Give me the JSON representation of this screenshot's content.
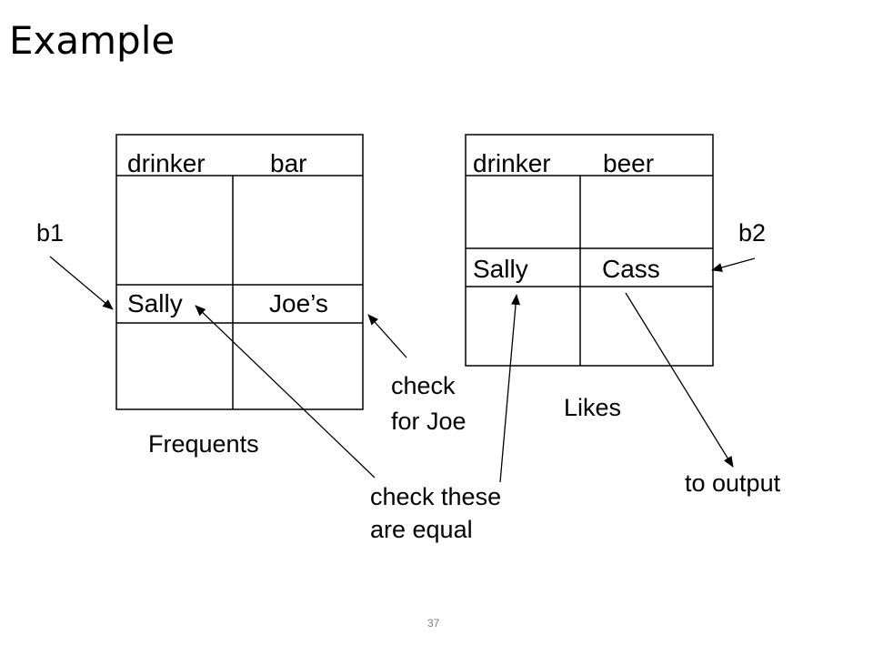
{
  "title": "Example",
  "frequents": {
    "name": "Frequents",
    "columns": [
      "drinker",
      "bar"
    ],
    "row": [
      "Sally",
      "Joe’s"
    ]
  },
  "likes": {
    "name": "Likes",
    "columns": [
      "drinker",
      "beer"
    ],
    "row": [
      "Sally",
      "Cass"
    ]
  },
  "labels": {
    "b1": "b1",
    "b2": "b2",
    "check_for_joe": [
      "check",
      "for Joe"
    ],
    "check_equal": [
      "check these",
      "are equal"
    ],
    "to_output": "to output"
  },
  "page_number": "37"
}
